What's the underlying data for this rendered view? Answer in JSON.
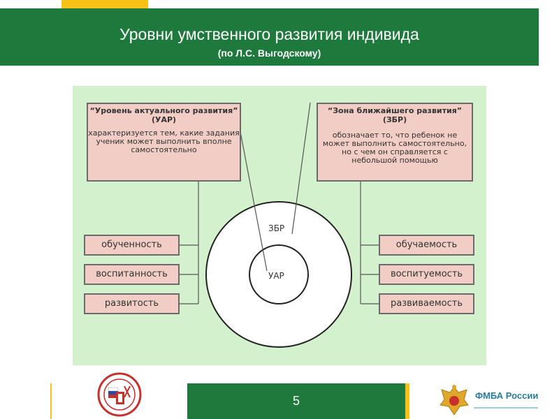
{
  "header": {
    "title": "Уровни умственного развития индивида",
    "subtitle": "(по Л.С. Выгодскому)"
  },
  "diagram": {
    "actual_level": {
      "title": "“Уровень актуального развития” (УАР)",
      "description": "характеризуется тем, какие задания ученик может выполнить вполне самостоятельно"
    },
    "proximal_zone": {
      "title": "“Зона ближайшего развития” (ЗБР)",
      "description": "обозначает то, что ребенок не может выполнить самостоятельно, но с чем он справляется с небольшой помощью"
    },
    "left_items": [
      "обученность",
      "воспитанность",
      "развитость"
    ],
    "right_items": [
      "обучаемость",
      "воспитуемость",
      "развиваемость"
    ],
    "outer_circle_label": "ЗБР",
    "inner_circle_label": "УАР"
  },
  "footer": {
    "page_number": "5",
    "brand": "ФМБА России"
  },
  "colors": {
    "header_green": "#1e7a3c",
    "accent_yellow": "#f6c218",
    "diagram_background": "#d4f1cd",
    "box_fill": "#f2cdc5"
  }
}
